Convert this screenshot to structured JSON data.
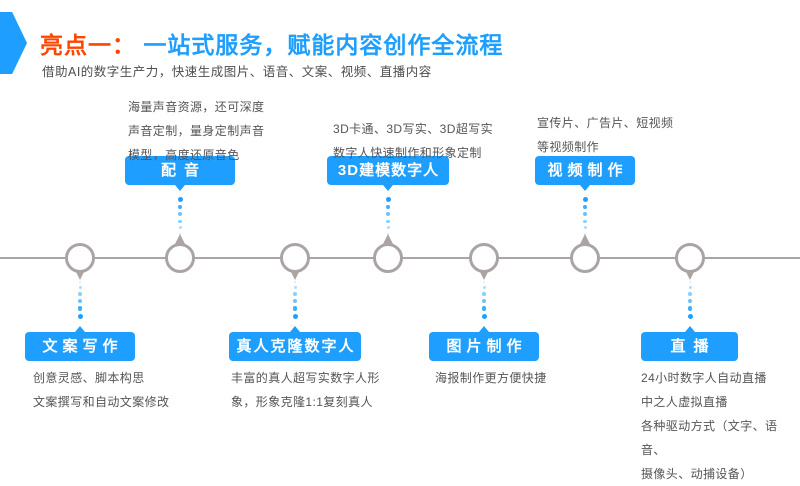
{
  "page": {
    "title_highlight": "亮点一：",
    "title_rest": "一站式服务，赋能内容创作全流程",
    "subtitle": "借助AI的数字生产力，快速生成图片、语音、文案、视频、直播内容"
  },
  "colors": {
    "accent_blue": "#1E9FFF",
    "accent_red": "#FF4500",
    "timeline_gray": "#ABA4A4",
    "body_text": "#555555"
  },
  "nodes": [
    {
      "label": "文案写作",
      "position": "below",
      "desc": "创意灵感、脚本构思\n文案撰写和自动文案修改"
    },
    {
      "label": "配音",
      "position": "above",
      "desc": "海量声音资源，还可深度\n声音定制，量身定制声音\n模型，高度还原音色"
    },
    {
      "label": "真人克隆数字人",
      "position": "below",
      "desc": "丰富的真人超写实数字人形\n象，形象克隆1:1复刻真人"
    },
    {
      "label": "3D建模数字人",
      "position": "above",
      "desc": "3D卡通、3D写实、3D超写实\n数字人快速制作和形象定制"
    },
    {
      "label": "图片制作",
      "position": "below",
      "desc": "海报制作更方便快捷"
    },
    {
      "label": "视频制作",
      "position": "above",
      "desc": "宣传片、广告片、短视频\n等视频制作"
    },
    {
      "label": "直播",
      "position": "below",
      "desc": "24小时数字人自动直播\n中之人虚拟直播\n各种驱动方式（文字、语音、\n摄像头、动捕设备）"
    }
  ]
}
